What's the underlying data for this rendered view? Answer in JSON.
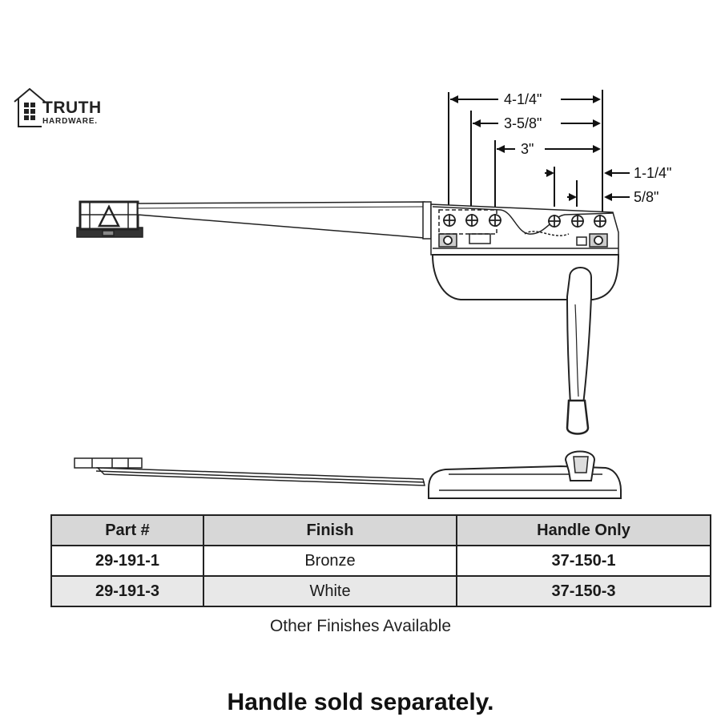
{
  "brand": {
    "line1": "TRUTH",
    "line2": "HARDWARE.",
    "icon": "house-icon"
  },
  "dimensions": {
    "d1": "4-1/4\"",
    "d2": "3-5/8\"",
    "d3": "3\"",
    "d4": "1-1/4\"",
    "d5": "5/8\""
  },
  "table": {
    "headers": [
      "Part #",
      "Finish",
      "Handle Only"
    ],
    "rows": [
      [
        "29-191-1",
        "Bronze",
        "37-150-1"
      ],
      [
        "29-191-3",
        "White",
        "37-150-3"
      ]
    ]
  },
  "note": "Other Finishes Available",
  "footer": "Handle sold separately."
}
